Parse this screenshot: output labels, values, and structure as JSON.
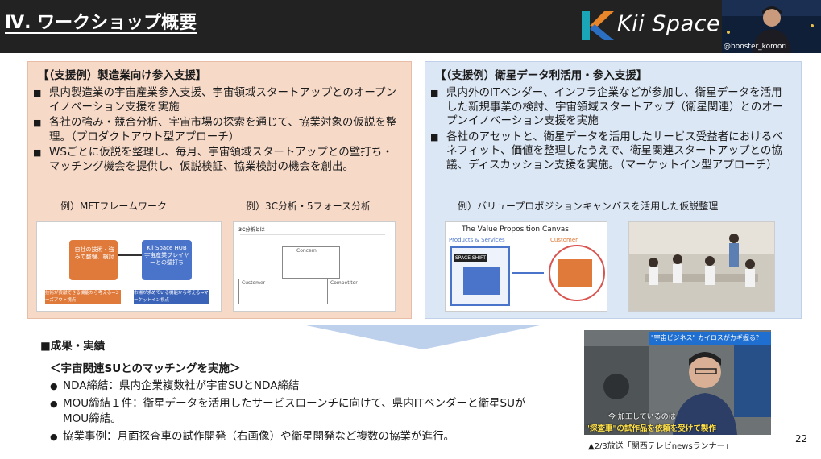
{
  "header": {
    "title": "Ⅳ. ワークショップ概要",
    "logo_text": "Kii Space",
    "participant_name": "@booster_komori"
  },
  "left_panel": {
    "heading": "【（支援例）製造業向け参入支援】",
    "bullets": [
      "県内製造業の宇宙産業参入支援、宇宙領域スタートアップとのオープンイノベーション支援を実施",
      "各社の強み・競合分析、宇宙市場の探索を通じて、協業対象の仮説を整理。（プロダクトアウト型アプローチ）",
      "WSごとに仮説を整理し、毎月、宇宙領域スタートアップとの壁打ち・マッチング機会を提供し、仮説検証、協業検討の機会を創出。"
    ],
    "example1_label": "例）MFTフレームワーク",
    "example2_label": "例）3C分析・5フォース分析",
    "mft": {
      "box1": "自社の技術・強みの整理、検討",
      "box2": "Kii Space HUB 宇宙産業プレイヤーとの壁打ち",
      "bottom1": "技術が貢献できる機能から考える→シーズアウト視点",
      "bottom2": "市場が求めている機能から考える→マーケットイン視点"
    },
    "analysis": {
      "title": "3C分析とは",
      "concern": "Concern",
      "customer": "Customer",
      "competitor": "Competitor"
    }
  },
  "right_panel": {
    "heading": "【（支援例）衛星データ利活用・参入支援】",
    "bullets": [
      "県内外のITベンダー、インフラ企業などが参加し、衛星データを活用した新規事業の検討、宇宙領域スタートアップ（衛星関連）とのオープンイノベーション支援を実施",
      "各社のアセットと、衛星データを活用したサービス受益者におけるベネフィット、価値を整理したうえで、衛星関連スタートアップとの協議、ディスカッション支援を実施。（マーケットイン型アプローチ）"
    ],
    "example_label": "例）バリュープロポジションキャンバスを活用した仮説整理",
    "vpc": {
      "title": "The Value Proposition Canvas",
      "left_label": "Products & Services",
      "right_label": "Customer",
      "logo": "SPACE SHIFT"
    }
  },
  "results": {
    "title": "■成果・実績",
    "subtitle": "＜宇宙関連SUとのマッチングを実施＞",
    "items": [
      "NDA締結：県内企業複数社が宇宙SUとNDA締結",
      "MOU締結１件：衛星データを活用したサービスローンチに向けて、県内ITベンダーと衛星SUがMOU締結。",
      "協業事例：月面探査車の試作開発（右画像）や衛星開発など複数の協業が進行。"
    ]
  },
  "tv_image": {
    "headline": "\"宇宙ビジネス\" カイロスがカギ握る？",
    "lower_third_1": "今 加工しているのは",
    "lower_third_2": "\"探査車\"の試作品を依頼を受けて製作",
    "caption": "▲2/3放送「関西テレビnewsランナー」"
  },
  "page_number": "22",
  "colors": {
    "title_bar": "#222222",
    "left_panel_bg": "#f7d9c8",
    "right_panel_bg": "#dce7f5",
    "accent_orange": "#e07a3a",
    "accent_blue": "#4a74c9"
  }
}
